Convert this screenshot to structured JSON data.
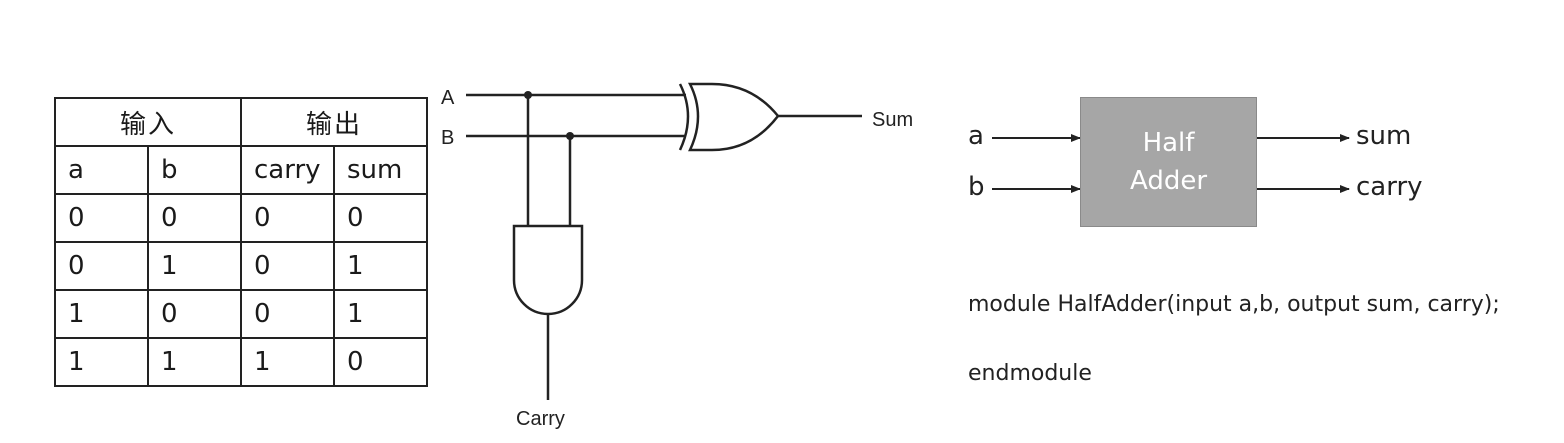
{
  "truth_table": {
    "group_headers": [
      "输入",
      "输出"
    ],
    "columns": [
      "a",
      "b",
      "carry",
      "sum"
    ],
    "rows": [
      [
        "0",
        "0",
        "0",
        "0"
      ],
      [
        "0",
        "1",
        "0",
        "1"
      ],
      [
        "1",
        "0",
        "0",
        "1"
      ],
      [
        "1",
        "1",
        "1",
        "0"
      ]
    ]
  },
  "circuit": {
    "input_a": "A",
    "input_b": "B",
    "output_sum": "Sum",
    "output_carry": "Carry",
    "gates": [
      "xor-gate",
      "and-gate"
    ]
  },
  "block": {
    "title_line1": "Half",
    "title_line2": "Adder",
    "input_a": "a",
    "input_b": "b",
    "output_sum": "sum",
    "output_carry": "carry"
  },
  "code": {
    "line1": "module HalfAdder(input a,b, output sum, carry);",
    "line2": "endmodule"
  }
}
